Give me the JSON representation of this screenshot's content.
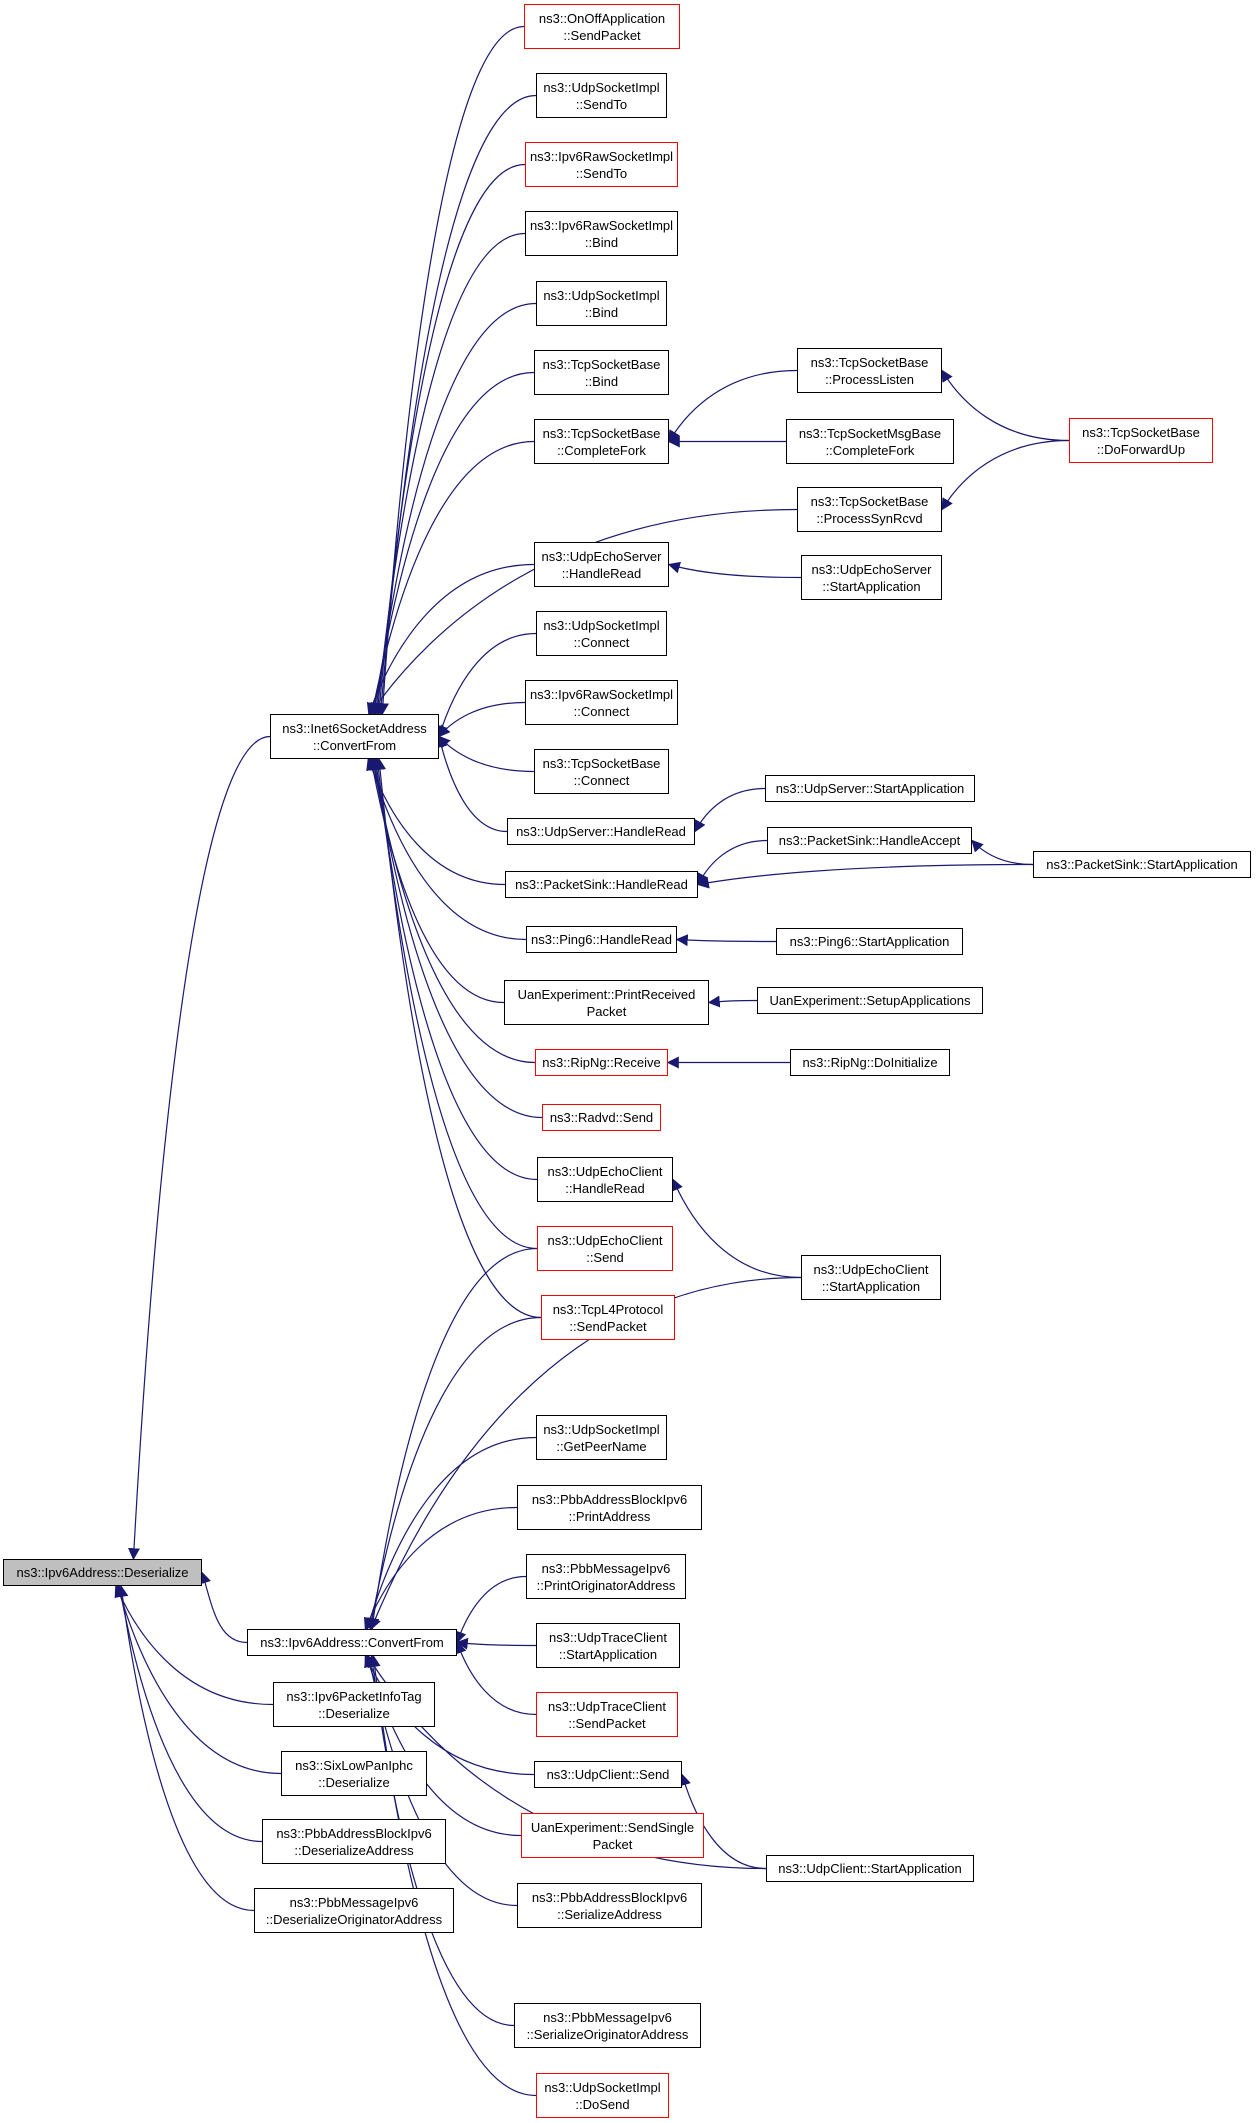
{
  "graph": {
    "kind": "caller-graph",
    "root": "ns3::Ipv6Address::Deserialize",
    "colors": {
      "edge": "#191970",
      "node_border": "#000000",
      "node_red_border": "#ff0000",
      "root_fill": "#bfbfbf"
    },
    "nodes": [
      {
        "id": "root",
        "lines": [
          "ns3::Ipv6Address::Deserialize"
        ],
        "style": "root"
      },
      {
        "id": "i6sa_cf",
        "lines": [
          "ns3::Inet6SocketAddress",
          "::ConvertFrom"
        ],
        "style": "normal"
      },
      {
        "id": "i6a_cf",
        "lines": [
          "ns3::Ipv6Address::ConvertFrom"
        ],
        "style": "normal"
      },
      {
        "id": "ipit_des",
        "lines": [
          "ns3::Ipv6PacketInfoTag",
          "::Deserialize"
        ],
        "style": "normal"
      },
      {
        "id": "sixlow_des",
        "lines": [
          "ns3::SixLowPanIphc",
          "::Deserialize"
        ],
        "style": "normal"
      },
      {
        "id": "pbbab_desaddr",
        "lines": [
          "ns3::PbbAddressBlockIpv6",
          "::DeserializeAddress"
        ],
        "style": "normal"
      },
      {
        "id": "pbbmsg_desorig",
        "lines": [
          "ns3::PbbMessageIpv6",
          "::DeserializeOriginatorAddress"
        ],
        "style": "normal"
      },
      {
        "id": "onoff_send",
        "lines": [
          "ns3::OnOffApplication",
          "::SendPacket"
        ],
        "style": "red"
      },
      {
        "id": "udpsi_sendto",
        "lines": [
          "ns3::UdpSocketImpl",
          "::SendTo"
        ],
        "style": "normal"
      },
      {
        "id": "ipv6raw_sendto",
        "lines": [
          "ns3::Ipv6RawSocketImpl",
          "::SendTo"
        ],
        "style": "red"
      },
      {
        "id": "ipv6raw_bind",
        "lines": [
          "ns3::Ipv6RawSocketImpl",
          "::Bind"
        ],
        "style": "normal"
      },
      {
        "id": "udpsi_bind",
        "lines": [
          "ns3::UdpSocketImpl",
          "::Bind"
        ],
        "style": "normal"
      },
      {
        "id": "tcpsb_bind",
        "lines": [
          "ns3::TcpSocketBase",
          "::Bind"
        ],
        "style": "normal"
      },
      {
        "id": "tcpsb_cfork",
        "lines": [
          "ns3::TcpSocketBase",
          "::CompleteFork"
        ],
        "style": "normal"
      },
      {
        "id": "tcpsb_plisten",
        "lines": [
          "ns3::TcpSocketBase",
          "::ProcessListen"
        ],
        "style": "normal"
      },
      {
        "id": "tcpsmb_cfork",
        "lines": [
          "ns3::TcpSocketMsgBase",
          "::CompleteFork"
        ],
        "style": "normal"
      },
      {
        "id": "tcpsb_psyn",
        "lines": [
          "ns3::TcpSocketBase",
          "::ProcessSynRcvd"
        ],
        "style": "normal"
      },
      {
        "id": "tcpsb_dofwd",
        "lines": [
          "ns3::TcpSocketBase",
          "::DoForwardUp"
        ],
        "style": "red"
      },
      {
        "id": "ues_hread",
        "lines": [
          "ns3::UdpEchoServer",
          "::HandleRead"
        ],
        "style": "normal"
      },
      {
        "id": "ues_start",
        "lines": [
          "ns3::UdpEchoServer",
          "::StartApplication"
        ],
        "style": "normal"
      },
      {
        "id": "udpsi_connect",
        "lines": [
          "ns3::UdpSocketImpl",
          "::Connect"
        ],
        "style": "normal"
      },
      {
        "id": "ipv6raw_connect",
        "lines": [
          "ns3::Ipv6RawSocketImpl",
          "::Connect"
        ],
        "style": "normal"
      },
      {
        "id": "tcpsb_connect",
        "lines": [
          "ns3::TcpSocketBase",
          "::Connect"
        ],
        "style": "normal"
      },
      {
        "id": "udpserver_hread",
        "lines": [
          "ns3::UdpServer::HandleRead"
        ],
        "style": "normal"
      },
      {
        "id": "udpserver_start",
        "lines": [
          "ns3::UdpServer::StartApplication"
        ],
        "style": "normal"
      },
      {
        "id": "psink_hread",
        "lines": [
          "ns3::PacketSink::HandleRead"
        ],
        "style": "normal"
      },
      {
        "id": "psink_haccept",
        "lines": [
          "ns3::PacketSink::HandleAccept"
        ],
        "style": "normal"
      },
      {
        "id": "psink_start",
        "lines": [
          "ns3::PacketSink::StartApplication"
        ],
        "style": "normal"
      },
      {
        "id": "ping6_hread",
        "lines": [
          "ns3::Ping6::HandleRead"
        ],
        "style": "normal"
      },
      {
        "id": "ping6_start",
        "lines": [
          "ns3::Ping6::StartApplication"
        ],
        "style": "normal"
      },
      {
        "id": "uan_precv",
        "lines": [
          "UanExperiment::PrintReceived",
          "Packet"
        ],
        "style": "normal"
      },
      {
        "id": "uan_setup",
        "lines": [
          "UanExperiment::SetupApplications"
        ],
        "style": "normal"
      },
      {
        "id": "ripng_recv",
        "lines": [
          "ns3::RipNg::Receive"
        ],
        "style": "red"
      },
      {
        "id": "ripng_doinit",
        "lines": [
          "ns3::RipNg::DoInitialize"
        ],
        "style": "normal"
      },
      {
        "id": "radvd_send",
        "lines": [
          "ns3::Radvd::Send"
        ],
        "style": "red"
      },
      {
        "id": "uec_hread",
        "lines": [
          "ns3::UdpEchoClient",
          "::HandleRead"
        ],
        "style": "normal"
      },
      {
        "id": "uec_send",
        "lines": [
          "ns3::UdpEchoClient",
          "::Send"
        ],
        "style": "red"
      },
      {
        "id": "uec_start",
        "lines": [
          "ns3::UdpEchoClient",
          "::StartApplication"
        ],
        "style": "normal"
      },
      {
        "id": "tcpl4_send",
        "lines": [
          "ns3::TcpL4Protocol",
          "::SendPacket"
        ],
        "style": "red"
      },
      {
        "id": "udpsi_getpeer",
        "lines": [
          "ns3::UdpSocketImpl",
          "::GetPeerName"
        ],
        "style": "normal"
      },
      {
        "id": "pbbab_print",
        "lines": [
          "ns3::PbbAddressBlockIpv6",
          "::PrintAddress"
        ],
        "style": "normal"
      },
      {
        "id": "pbbmsg_printorig",
        "lines": [
          "ns3::PbbMessageIpv6",
          "::PrintOriginatorAddress"
        ],
        "style": "normal"
      },
      {
        "id": "utc_start",
        "lines": [
          "ns3::UdpTraceClient",
          "::StartApplication"
        ],
        "style": "normal"
      },
      {
        "id": "utc_send",
        "lines": [
          "ns3::UdpTraceClient",
          "::SendPacket"
        ],
        "style": "red"
      },
      {
        "id": "udpclient_send",
        "lines": [
          "ns3::UdpClient::Send"
        ],
        "style": "normal"
      },
      {
        "id": "uan_sendsingle",
        "lines": [
          "UanExperiment::SendSingle",
          "Packet"
        ],
        "style": "red"
      },
      {
        "id": "udpclient_start",
        "lines": [
          "ns3::UdpClient::StartApplication"
        ],
        "style": "normal"
      },
      {
        "id": "pbbab_ser",
        "lines": [
          "ns3::PbbAddressBlockIpv6",
          "::SerializeAddress"
        ],
        "style": "normal"
      },
      {
        "id": "pbbmsg_serorig",
        "lines": [
          "ns3::PbbMessageIpv6",
          "::SerializeOriginatorAddress"
        ],
        "style": "normal"
      },
      {
        "id": "udpsi_dosend",
        "lines": [
          "ns3::UdpSocketImpl",
          "::DoSend"
        ],
        "style": "red"
      }
    ],
    "edges": [
      [
        "i6sa_cf",
        "root"
      ],
      [
        "i6a_cf",
        "root"
      ],
      [
        "ipit_des",
        "root"
      ],
      [
        "sixlow_des",
        "root"
      ],
      [
        "pbbab_desaddr",
        "root"
      ],
      [
        "pbbmsg_desorig",
        "root"
      ],
      [
        "onoff_send",
        "i6sa_cf"
      ],
      [
        "udpsi_sendto",
        "i6sa_cf"
      ],
      [
        "ipv6raw_sendto",
        "i6sa_cf"
      ],
      [
        "ipv6raw_bind",
        "i6sa_cf"
      ],
      [
        "udpsi_bind",
        "i6sa_cf"
      ],
      [
        "tcpsb_bind",
        "i6sa_cf"
      ],
      [
        "tcpsb_cfork",
        "i6sa_cf"
      ],
      [
        "tcpsb_psyn",
        "i6sa_cf"
      ],
      [
        "ues_hread",
        "i6sa_cf"
      ],
      [
        "udpsi_connect",
        "i6sa_cf"
      ],
      [
        "ipv6raw_connect",
        "i6sa_cf"
      ],
      [
        "tcpsb_connect",
        "i6sa_cf"
      ],
      [
        "udpserver_hread",
        "i6sa_cf"
      ],
      [
        "psink_hread",
        "i6sa_cf"
      ],
      [
        "ping6_hread",
        "i6sa_cf"
      ],
      [
        "uan_precv",
        "i6sa_cf"
      ],
      [
        "ripng_recv",
        "i6sa_cf"
      ],
      [
        "radvd_send",
        "i6sa_cf"
      ],
      [
        "uec_hread",
        "i6sa_cf"
      ],
      [
        "uec_send",
        "i6sa_cf"
      ],
      [
        "tcpl4_send",
        "i6sa_cf"
      ],
      [
        "tcpsb_plisten",
        "tcpsb_cfork"
      ],
      [
        "tcpsmb_cfork",
        "tcpsb_cfork"
      ],
      [
        "tcpsb_dofwd",
        "tcpsb_plisten"
      ],
      [
        "tcpsb_dofwd",
        "tcpsb_psyn"
      ],
      [
        "ues_start",
        "ues_hread"
      ],
      [
        "udpserver_start",
        "udpserver_hread"
      ],
      [
        "psink_haccept",
        "psink_hread"
      ],
      [
        "psink_start",
        "psink_hread"
      ],
      [
        "psink_start",
        "psink_haccept"
      ],
      [
        "ping6_start",
        "ping6_hread"
      ],
      [
        "uan_setup",
        "uan_precv"
      ],
      [
        "ripng_doinit",
        "ripng_recv"
      ],
      [
        "uec_start",
        "uec_hread"
      ],
      [
        "uec_send",
        "i6a_cf"
      ],
      [
        "tcpl4_send",
        "i6a_cf"
      ],
      [
        "uec_start",
        "i6a_cf"
      ],
      [
        "udpsi_getpeer",
        "i6a_cf"
      ],
      [
        "pbbab_print",
        "i6a_cf"
      ],
      [
        "pbbmsg_printorig",
        "i6a_cf"
      ],
      [
        "utc_start",
        "i6a_cf"
      ],
      [
        "utc_send",
        "i6a_cf"
      ],
      [
        "udpclient_send",
        "i6a_cf"
      ],
      [
        "uan_sendsingle",
        "i6a_cf"
      ],
      [
        "udpclient_start",
        "i6a_cf"
      ],
      [
        "pbbab_ser",
        "i6a_cf"
      ],
      [
        "pbbmsg_serorig",
        "i6a_cf"
      ],
      [
        "udpsi_dosend",
        "i6a_cf"
      ],
      [
        "udpclient_start",
        "udpclient_send"
      ]
    ]
  }
}
